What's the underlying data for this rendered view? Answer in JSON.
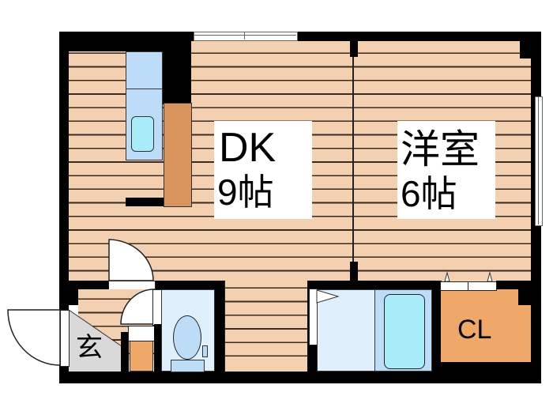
{
  "floor_plan": {
    "rooms": [
      {
        "id": "dk",
        "name": "DK",
        "size": "9帖"
      },
      {
        "id": "western",
        "name": "洋室",
        "size": "6帖"
      },
      {
        "id": "closet",
        "name": "CL"
      },
      {
        "id": "entrance",
        "name": "玄"
      }
    ],
    "colors": {
      "wall": "#000000",
      "flooring": "#f3d0b0",
      "flooring_line": "#3a2a20",
      "kitchen": "#bcdcf8",
      "sink": "#a8ecfa",
      "counter": "#d9935c",
      "closet": "#f0a868",
      "entrance": "#d9d9d9",
      "wet_area": "#dff0fc",
      "bathtub_area": "#bcdcf8"
    }
  }
}
